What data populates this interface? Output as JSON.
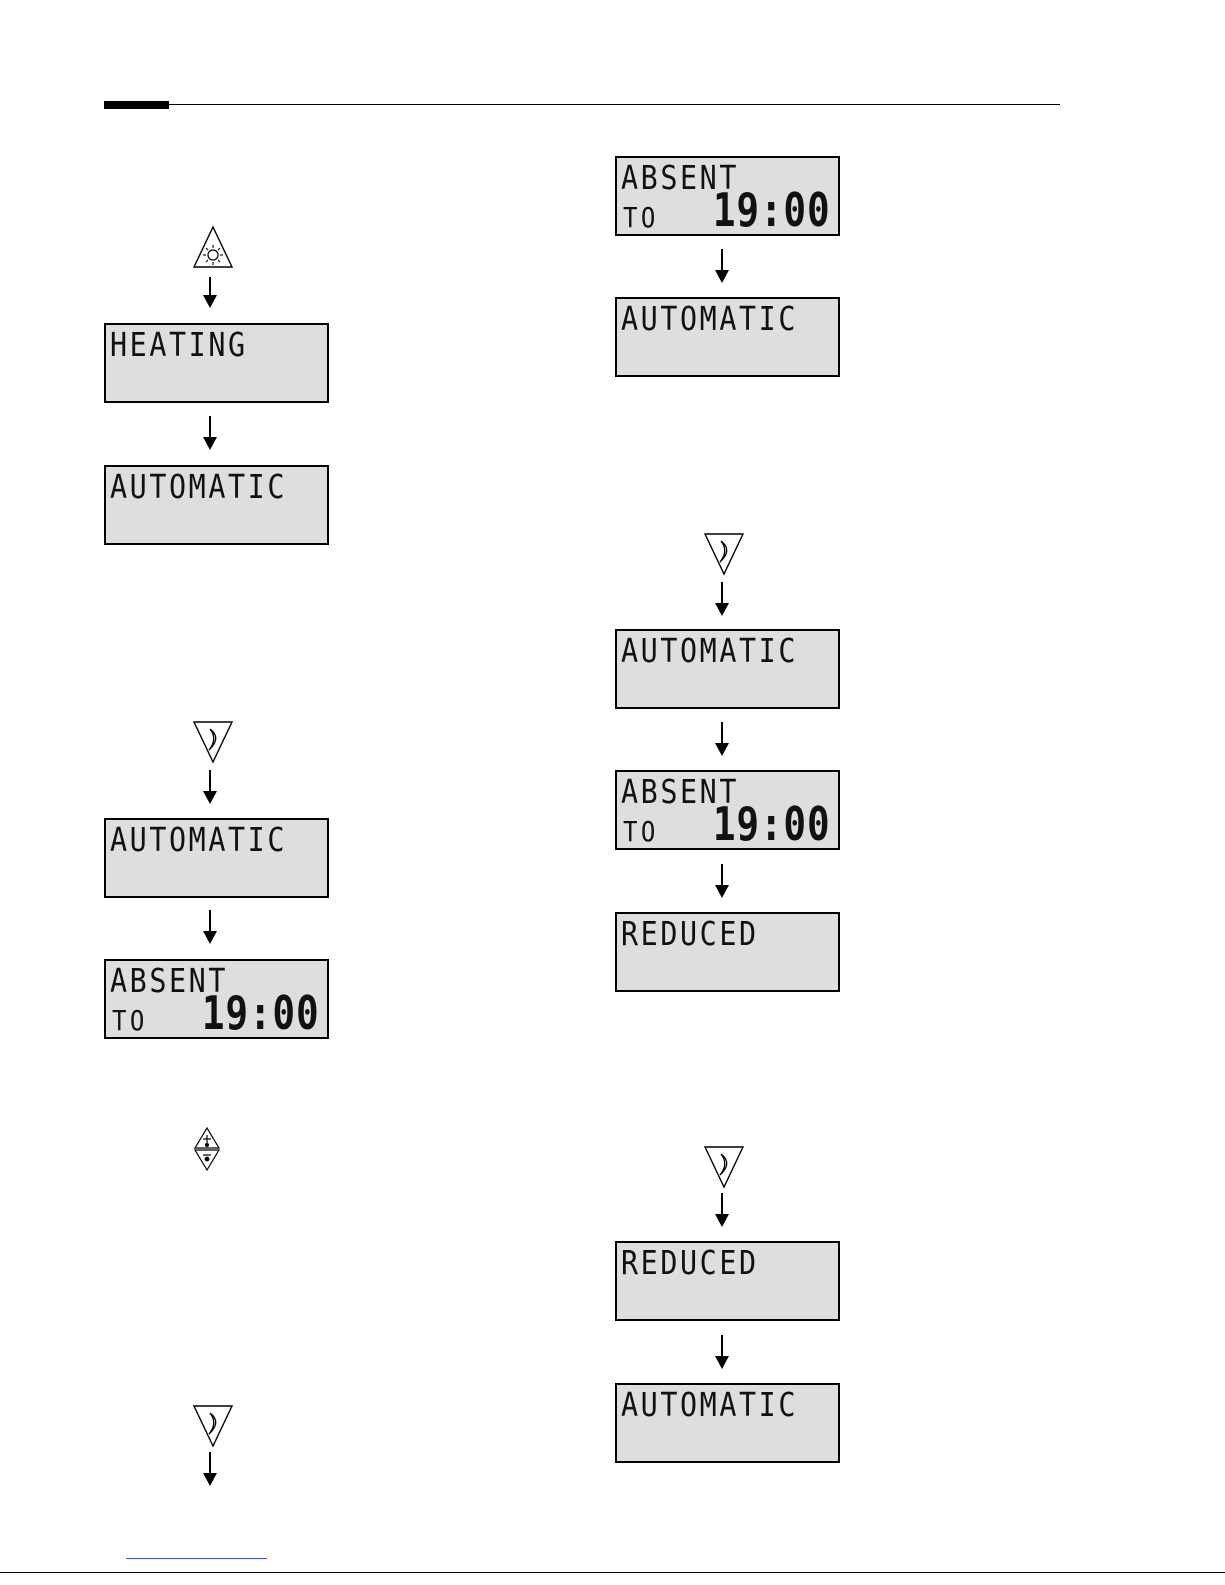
{
  "lcd": {
    "heating": "HEATING",
    "automatic": "AUTOMATIC",
    "absent": "ABSENT",
    "to": "TO",
    "time": "19:00",
    "reduced": "REDUCED"
  },
  "icons": {
    "sun_key": "sun-key-icon",
    "moon_key": "moon-key-icon",
    "plus_minus_key": "plus-minus-key-icon"
  },
  "colors": {
    "lcd_background": "#dedede",
    "ink": "#000000",
    "link_underline": "#3355ff"
  }
}
